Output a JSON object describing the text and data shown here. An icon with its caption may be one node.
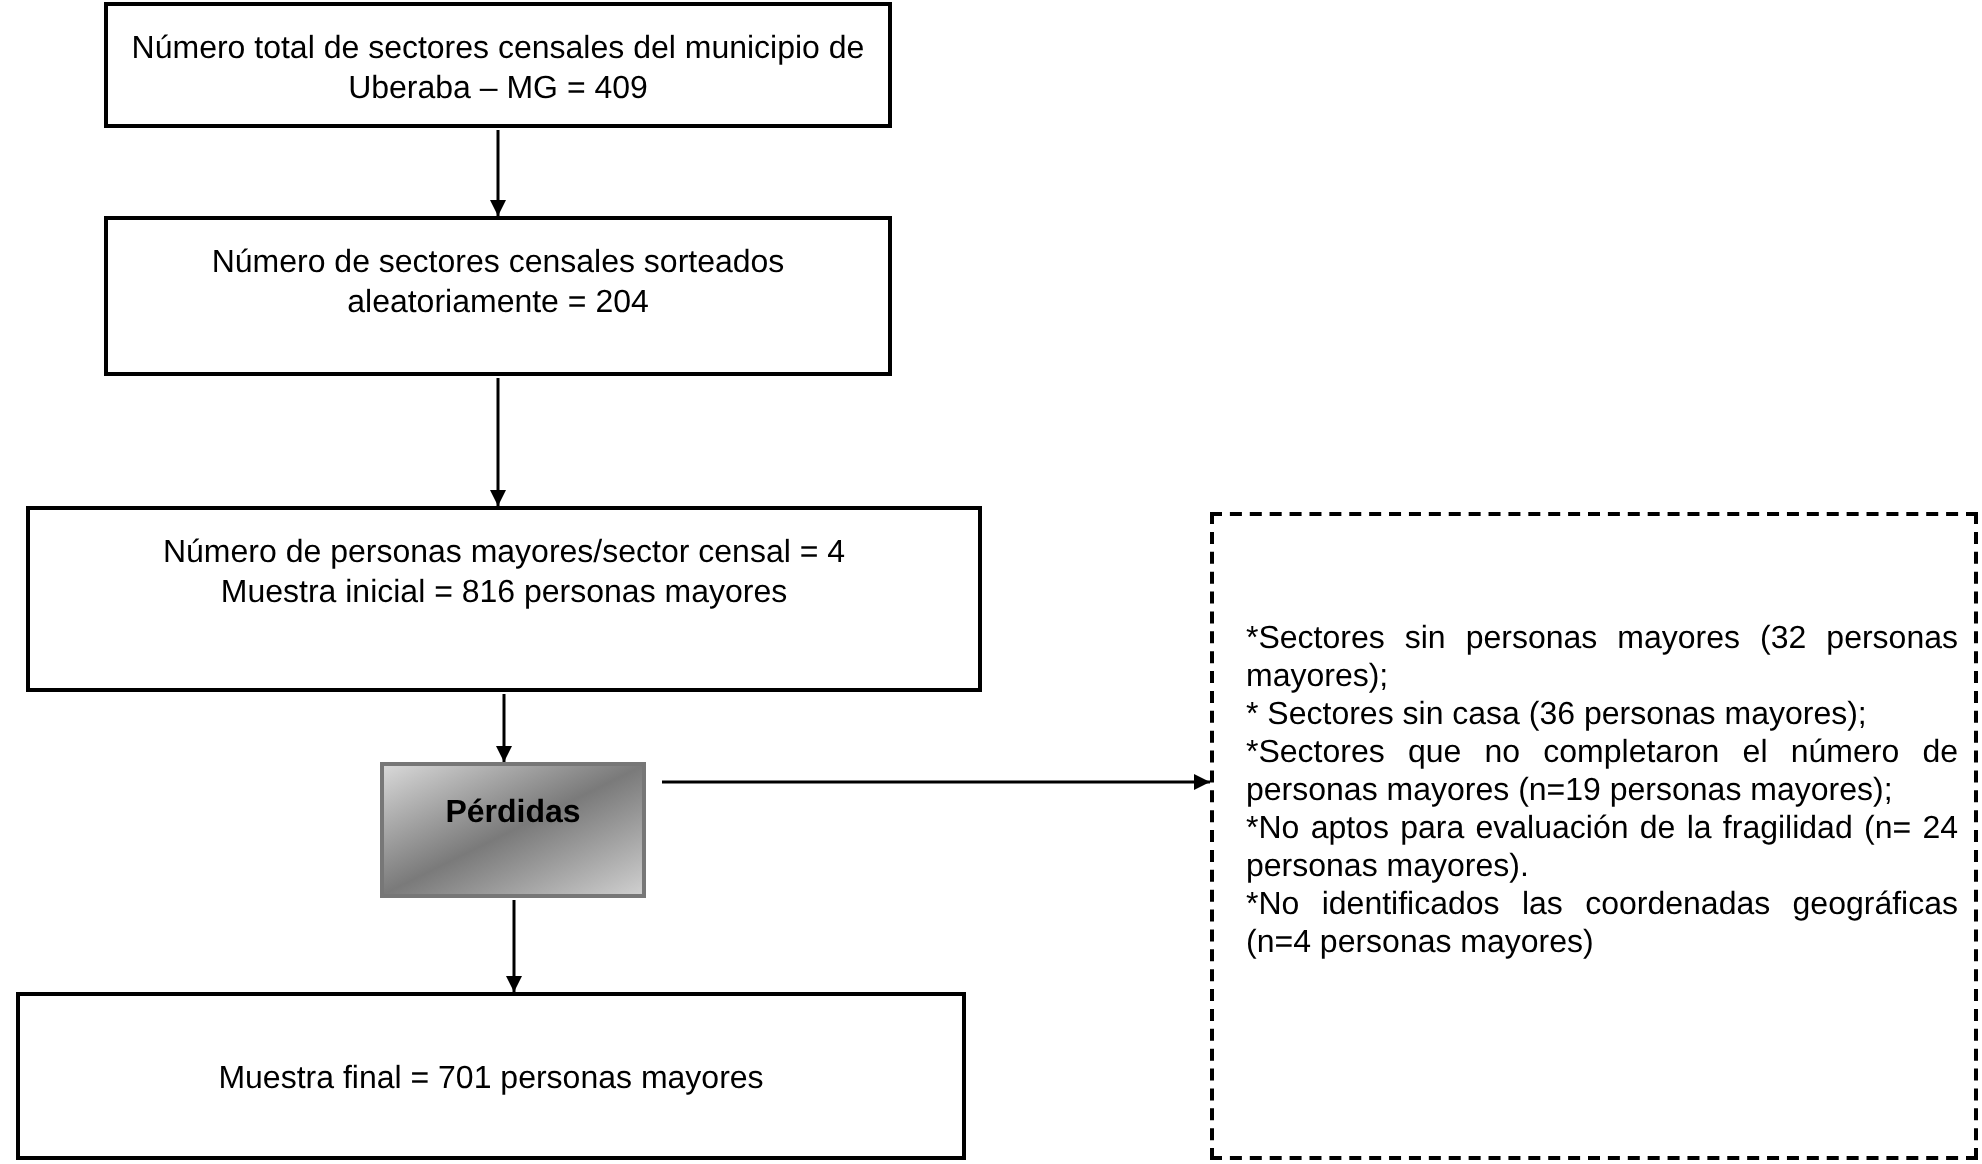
{
  "diagram": {
    "nodes": [
      {
        "text": [
          "Número total de sectores censales del municipio de Uberaba – MG = 409"
        ]
      },
      {
        "text": [
          "Número de sectores censales sorteados aleatoriamente = 204"
        ]
      },
      {
        "text": [
          "Número de personas mayores/sector censal = 4",
          "Muestra inicial = 816 personas mayores"
        ]
      },
      {
        "text": [
          "Pérdidas"
        ]
      },
      {
        "text": [
          "Muestra final = 701 personas mayores"
        ]
      },
      {
        "text": [
          "*Sectores sin personas mayores (32 personas mayores);",
          "* Sectores sin casa (36 personas mayores);",
          "*Sectores que no completaron el número de personas mayores (n=19 personas mayores);",
          "*No aptos para evaluación de la fragilidad (n= 24 personas mayores).",
          "*No identificados las coordenadas geográficas (n=4 personas mayores)"
        ]
      }
    ],
    "edges": [
      {
        "from": 0,
        "to": 1,
        "arrow": "to"
      },
      {
        "from": 1,
        "to": 2,
        "arrow": "to"
      },
      {
        "from": 2,
        "to": 3,
        "arrow": "to"
      },
      {
        "from": 3,
        "to": 4,
        "arrow": "to"
      },
      {
        "from": 3,
        "to": 5,
        "arrow": "to"
      }
    ]
  }
}
